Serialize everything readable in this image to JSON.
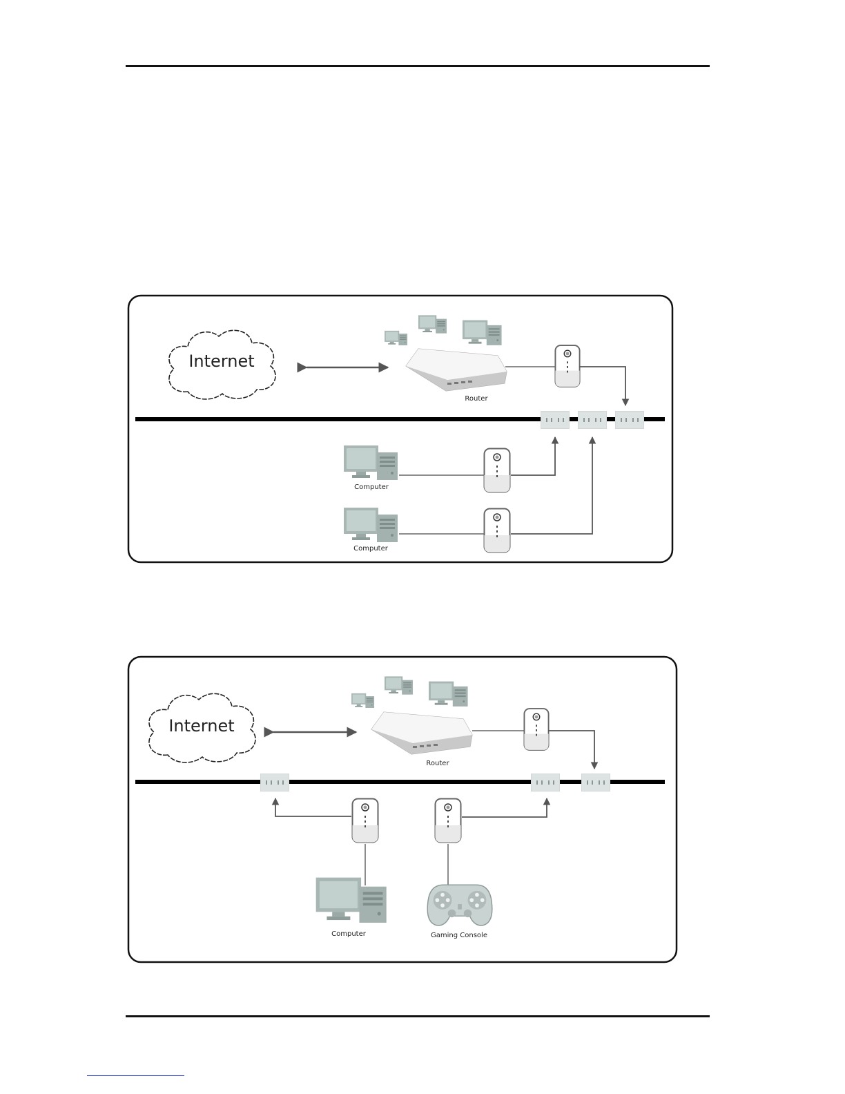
{
  "diagram1": {
    "internet_label": "Internet",
    "router_label": "Router",
    "computer_labels": [
      "Computer",
      "Computer"
    ]
  },
  "diagram2": {
    "internet_label": "Internet",
    "router_label": "Router",
    "computer_label": "Computer",
    "console_label": "Gaming Console"
  },
  "colors": {
    "line": "#000000",
    "wire": "#6a6a6a",
    "arrow": "#5a5a5a",
    "device_gray": "#9aa8a6",
    "screen": "#b6c6c4"
  }
}
